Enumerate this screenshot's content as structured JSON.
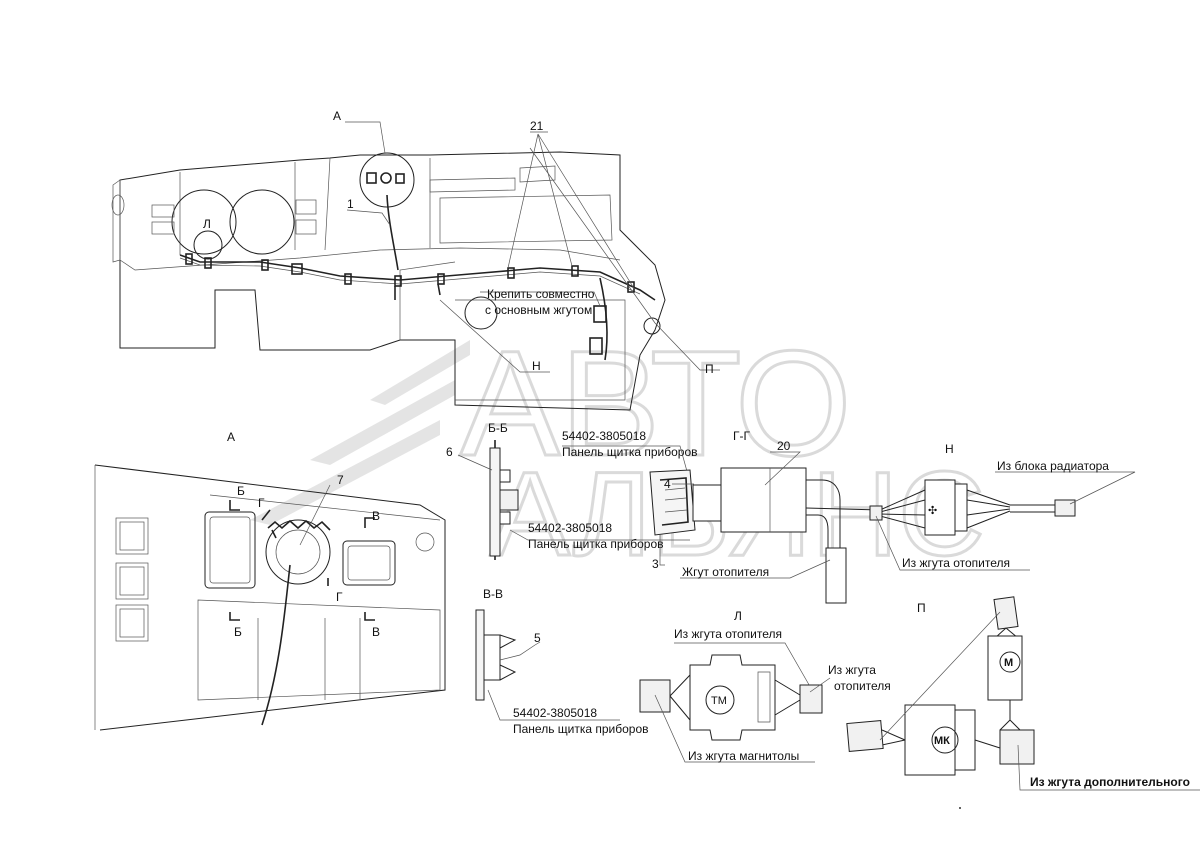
{
  "watermark": {
    "line1": "АВТО",
    "line2": "АЛЬЯНС"
  },
  "labels": {
    "view_a": "А",
    "view_l": "Л",
    "item_1": "1",
    "item_21": "21",
    "fasten_line1": "Крепить совместно",
    "fasten_line2": "с основным жгутом",
    "view_n": "Н",
    "view_p": "П",
    "detail_a": "А",
    "sec_b1": "Б",
    "sec_g1": "Г",
    "sec_v1": "В",
    "sec_g2": "Г",
    "sec_b2": "Б",
    "sec_v2": "В",
    "item_7": "7",
    "section_bb": "Б-Б",
    "item_6": "6",
    "part_no_1": "54402-3805018",
    "panel_1": "Панель щитка приборов",
    "part_no_2": "54402-3805018",
    "panel_2": "Панель щитка приборов",
    "item_4": "4",
    "item_3": "3",
    "section_gg": "Г-Г",
    "item_20": "20",
    "heater_harness": "Жгут  отопителя",
    "detail_n": "Н",
    "from_radiator": "Из блока радиатора",
    "from_heater_harness_1": "Из жгута отопителя",
    "section_vv": "В-В",
    "item_5": "5",
    "part_no_3": "54402-3805018",
    "panel_3": "Панель щитка приборов",
    "detail_l": "Л",
    "from_heater_harness_2": "Из жгута отопителя",
    "from_heater_line1": "Из жгута",
    "from_heater_line2": "отопителя",
    "tm": "ТМ",
    "from_radio": "Из жгута магнитолы",
    "detail_p": "П",
    "m_symbol": "М",
    "mk_symbol": "МК",
    "from_additional": "Из жгута дополнительного"
  }
}
